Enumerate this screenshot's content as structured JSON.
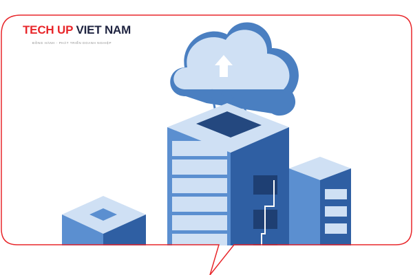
{
  "logo": {
    "brand_part1": "TECH UP",
    "brand_part2": "VIET NAM",
    "tagline": "ĐỒNG HÀNH - PHÁT TRIỂN DOANH NGHIỆP"
  },
  "colors": {
    "accent_red": "#e8262a",
    "dark_navy": "#1e2340",
    "server_blue": "#4a7fc1",
    "light_blue": "#cfe0f4"
  },
  "illustration": {
    "icon": "cloud-server-icon"
  }
}
